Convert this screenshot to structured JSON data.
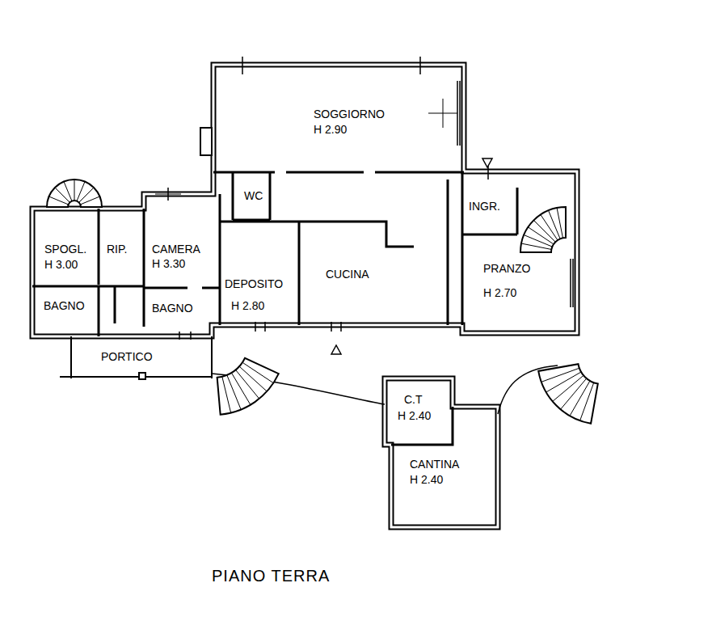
{
  "diagram": {
    "caption": "PIANO TERRA",
    "nodes": [
      {
        "text": [
          "SOGGIORNO",
          "H 2.90"
        ]
      },
      {
        "text": [
          "WC"
        ]
      },
      {
        "text": [
          "INGR."
        ]
      },
      {
        "text": [
          "SPOGL.",
          "H 3.00"
        ]
      },
      {
        "text": [
          "RIP."
        ]
      },
      {
        "text": [
          "CAMERA",
          "H 3.30"
        ]
      },
      {
        "text": [
          "DEPOSITO",
          "H 2.80"
        ]
      },
      {
        "text": [
          "CUCINA"
        ]
      },
      {
        "text": [
          "PRANZO",
          "H 2.70"
        ]
      },
      {
        "text": [
          "BAGNO"
        ]
      },
      {
        "text": [
          "BAGNO"
        ]
      },
      {
        "text": [
          "PORTICO"
        ]
      },
      {
        "text": [
          "C.T",
          "H 2.40"
        ]
      },
      {
        "text": [
          "CANTINA",
          "H 2.40"
        ]
      }
    ]
  }
}
